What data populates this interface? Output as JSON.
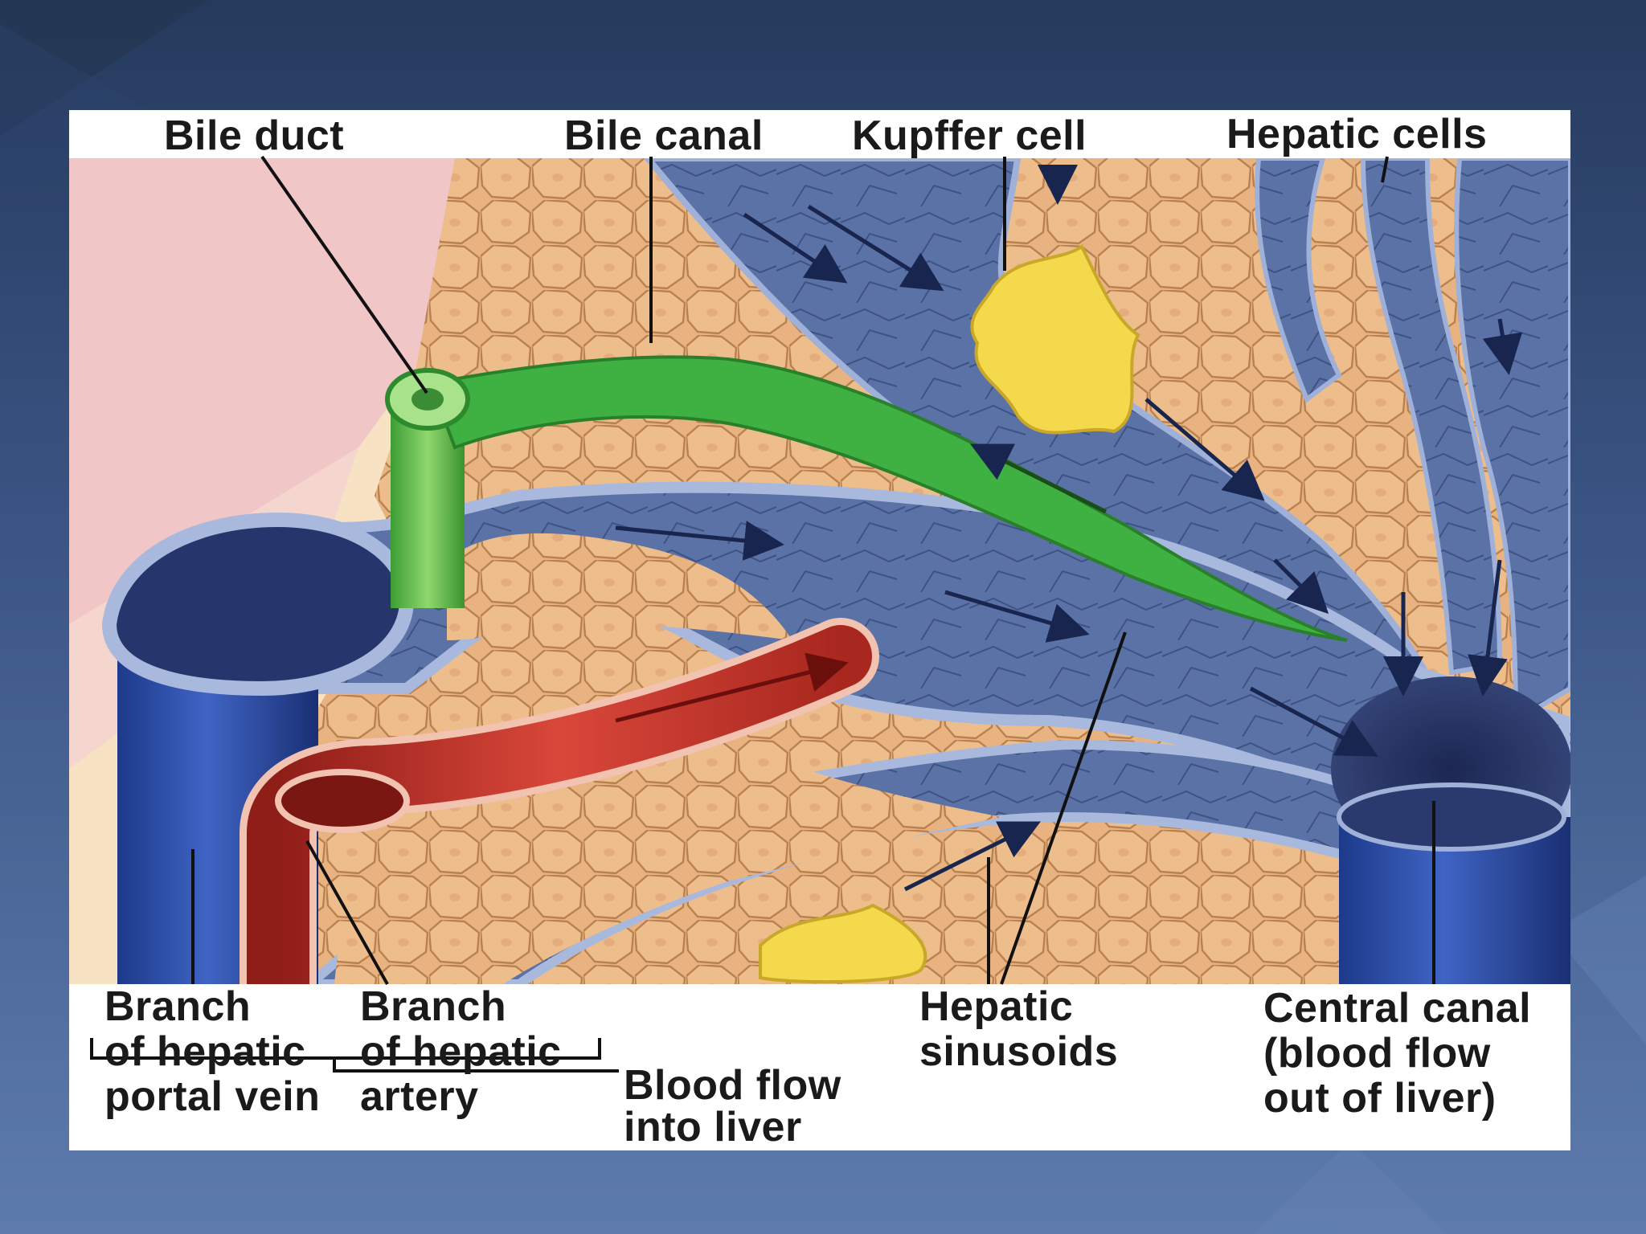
{
  "labels": {
    "bile_duct": "Bile duct",
    "bile_canal": "Bile canal",
    "kupffer_cell": "Kupffer cell",
    "hepatic_cells": "Hepatic cells",
    "portal_vein_line1": "Branch",
    "portal_vein_line2": "of hepatic",
    "portal_vein_line3": "portal vein",
    "artery_line1": "Branch",
    "artery_line2": "of hepatic",
    "artery_line3": "artery",
    "blood_flow_line1": "Blood flow",
    "blood_flow_line2": "into liver",
    "sinusoids_line1": "Hepatic",
    "sinusoids_line2": "sinusoids",
    "central_line1": "Central canal",
    "central_line2": "(blood flow",
    "central_line3": "out of liver)"
  },
  "colors": {
    "slide_top": "#263a5d",
    "slide_bottom": "#5e7bae",
    "tissue": "#e6b27e",
    "tissue_cell_border": "#b8804f",
    "vessel_blue": "#4f679a",
    "vessel_dark": "#27335e",
    "bile_green": "#3faf3a",
    "artery_red": "#b8332a",
    "kupffer_yellow": "#f4d94c",
    "pink_background": "#f2c8c6"
  }
}
